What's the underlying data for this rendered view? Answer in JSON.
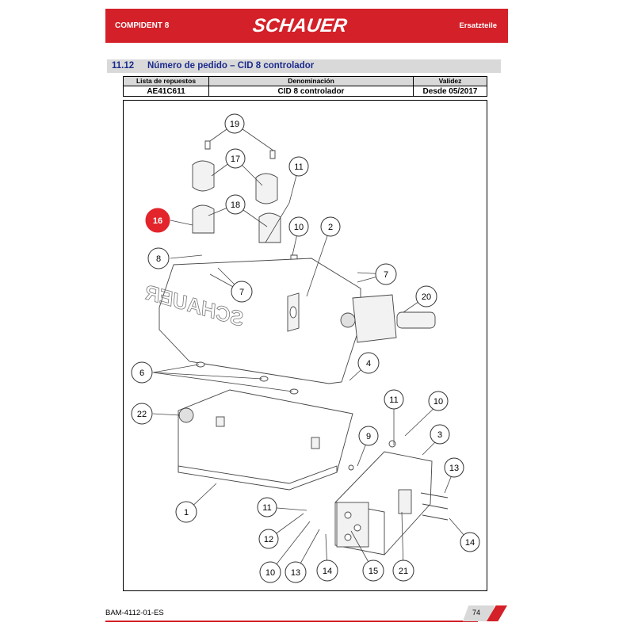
{
  "header": {
    "product": "COMPIDENT 8",
    "brand": "SCHAUER",
    "category": "Ersatzteile"
  },
  "section": {
    "number": "11.12",
    "title": "Número de pedido – CID 8 controlador"
  },
  "parts_table": {
    "headers": [
      "Lista de repuestos",
      "Denominación",
      "Validez"
    ],
    "row": [
      "AE41C611",
      "CID 8 controlador",
      "Desde 05/2017"
    ]
  },
  "diagram": {
    "plate_brand": "SCHAUER",
    "highlighted_callout": "16",
    "callouts": [
      "19",
      "17",
      "11",
      "16",
      "18",
      "10",
      "2",
      "8",
      "7",
      "7",
      "20",
      "6",
      "4",
      "22",
      "11",
      "10",
      "9",
      "3",
      "13",
      "1",
      "11",
      "12",
      "14",
      "10",
      "13",
      "14",
      "15",
      "21"
    ]
  },
  "footer": {
    "doc_id": "BAM-4112-01-ES",
    "page": "74"
  },
  "colors": {
    "brand_red": "#d42028",
    "title_blue": "#1b2b8c",
    "table_gray": "#d9d9d9"
  }
}
